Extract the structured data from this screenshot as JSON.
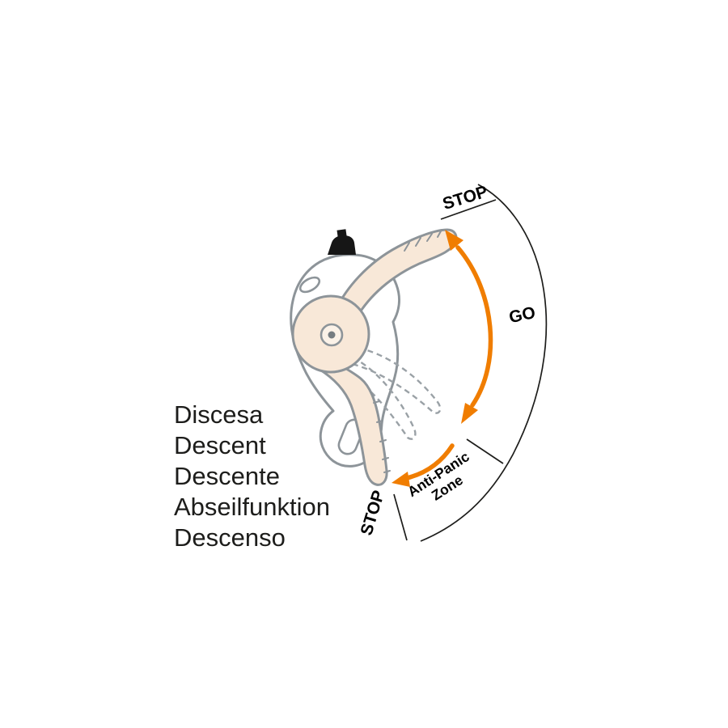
{
  "figure": {
    "background": "#ffffff",
    "left_labels": [
      "Discesa",
      "Descent",
      "Descente",
      "Abseilfunktion",
      "Descenso"
    ],
    "zones": {
      "stop_top": "STOP",
      "go": "GO",
      "anti_panic_line1": "Anti-Panic",
      "anti_panic_line2": "Zone",
      "stop_bottom": "STOP"
    },
    "colors": {
      "arrow_orange": "#f07d00",
      "handle_cream": "#f8e8d8",
      "device_outline": "#8d9499",
      "text": "#1d1d1b"
    }
  }
}
